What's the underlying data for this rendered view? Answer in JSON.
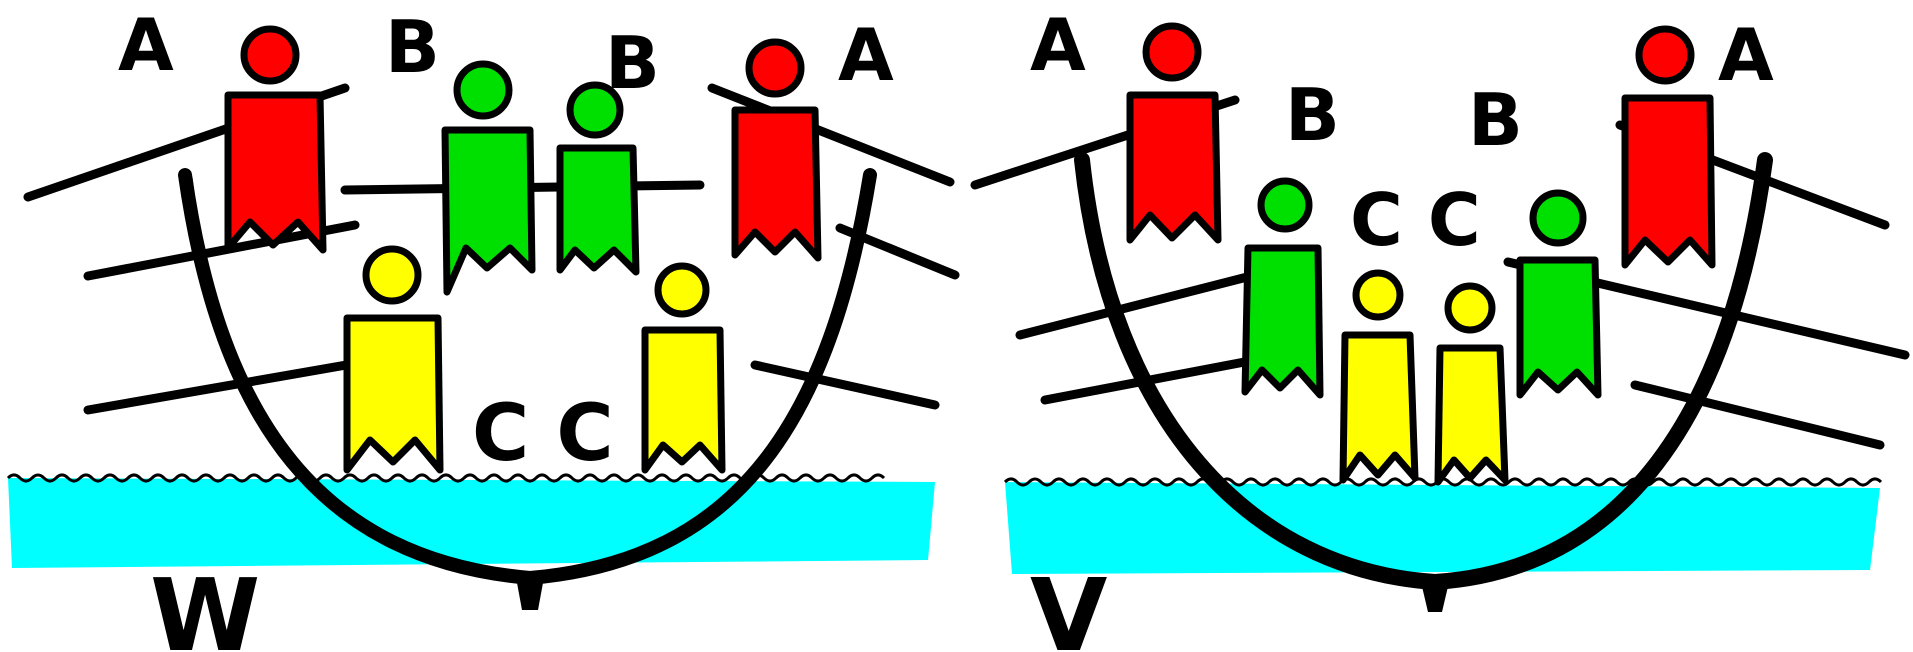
{
  "colors": {
    "water": "#00ffff",
    "outline": "#000000",
    "red": "#ff0000",
    "green": "#00e000",
    "yellow": "#ffff00",
    "background": "#ffffff"
  },
  "panel_w": {
    "bottom_label": "W",
    "labels": {
      "a_left": "A",
      "b_left": "B",
      "b_right": "B",
      "a_right": "A",
      "c_pair": "C C"
    }
  },
  "panel_v": {
    "bottom_label": "V",
    "labels": {
      "a_left": "A",
      "b_left": "B",
      "b_right": "B",
      "a_right": "A",
      "c_pair": "C C"
    }
  }
}
